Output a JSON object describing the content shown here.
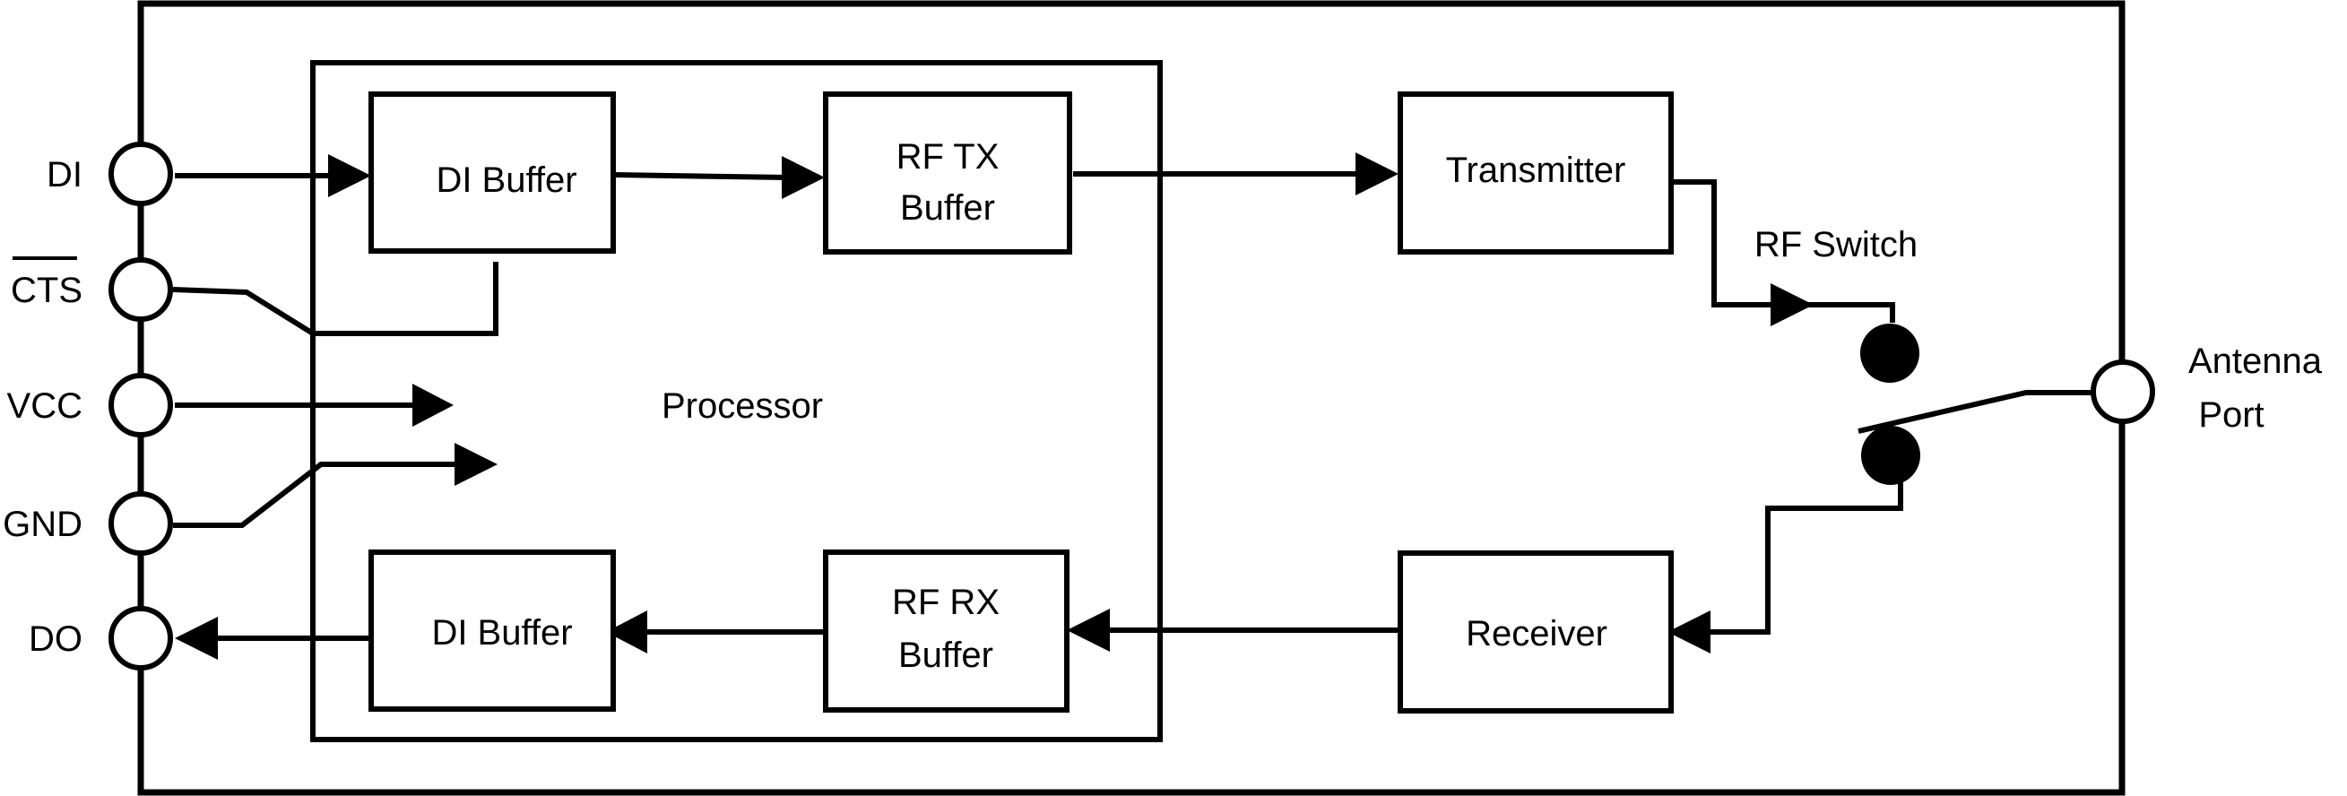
{
  "pins": {
    "di": "DI",
    "cts": "CTS",
    "vcc": "VCC",
    "gnd": "GND",
    "do": "DO"
  },
  "blocks": {
    "processor": "Processor",
    "di_buffer_top": "DI Buffer",
    "rf_tx_buffer": [
      "RF TX",
      "Buffer"
    ],
    "di_buffer_bottom": "DI Buffer",
    "rf_rx_buffer": [
      "RF RX",
      "Buffer"
    ],
    "transmitter": "Transmitter",
    "receiver": "Receiver"
  },
  "rf_switch": "RF Switch",
  "antenna_port": [
    "Antenna",
    "Port"
  ],
  "colors": {
    "stroke": "#000000",
    "fill": "#ffffff"
  }
}
